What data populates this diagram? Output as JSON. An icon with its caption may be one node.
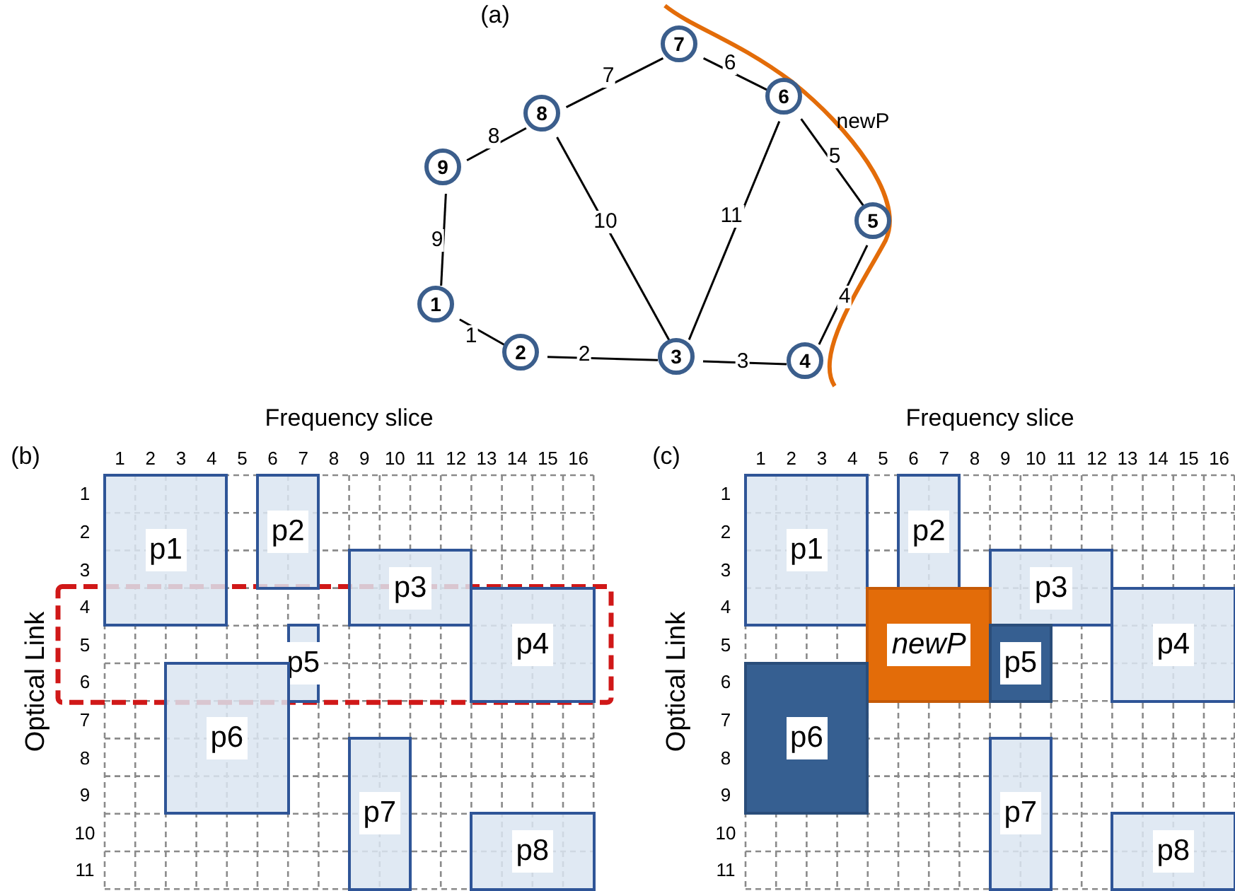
{
  "diagram": {
    "nodes": [
      {
        "text": [
          "1"
        ]
      },
      {
        "text": [
          "2"
        ]
      },
      {
        "text": [
          "3"
        ]
      },
      {
        "text": [
          "4"
        ]
      },
      {
        "text": [
          "5"
        ]
      },
      {
        "text": [
          "6"
        ]
      },
      {
        "text": [
          "7"
        ]
      },
      {
        "text": [
          "8"
        ]
      },
      {
        "text": [
          "9"
        ]
      },
      {
        "text": [
          "p1"
        ]
      },
      {
        "text": [
          "p2"
        ]
      },
      {
        "text": [
          "p3"
        ]
      },
      {
        "text": [
          "p4"
        ]
      },
      {
        "text": [
          "p5"
        ]
      },
      {
        "text": [
          "p6"
        ]
      },
      {
        "text": [
          "p7"
        ]
      },
      {
        "text": [
          "p8"
        ]
      },
      {
        "text": [
          "p1"
        ]
      },
      {
        "text": [
          "p2"
        ]
      },
      {
        "text": [
          "p3"
        ]
      },
      {
        "text": [
          "p4"
        ]
      },
      {
        "text": [
          "newP"
        ]
      },
      {
        "text": [
          "p5"
        ]
      },
      {
        "text": [
          "p6"
        ]
      },
      {
        "text": [
          "p7"
        ]
      },
      {
        "text": [
          "p8"
        ]
      }
    ],
    "edges": [
      {
        "from": 0,
        "to": 1,
        "arrow": "none",
        "label": "1"
      },
      {
        "from": 1,
        "to": 2,
        "arrow": "none",
        "label": "2"
      },
      {
        "from": 2,
        "to": 3,
        "arrow": "none",
        "label": "3"
      },
      {
        "from": 3,
        "to": 4,
        "arrow": "none",
        "label": "4"
      },
      {
        "from": 4,
        "to": 5,
        "arrow": "none",
        "label": "5"
      },
      {
        "from": 5,
        "to": 6,
        "arrow": "none",
        "label": "6"
      },
      {
        "from": 6,
        "to": 7,
        "arrow": "none",
        "label": "7"
      },
      {
        "from": 7,
        "to": 8,
        "arrow": "none",
        "label": "8"
      },
      {
        "from": 8,
        "to": 0,
        "arrow": "none",
        "label": "9"
      },
      {
        "from": 7,
        "to": 2,
        "arrow": "none",
        "label": "10"
      },
      {
        "from": 5,
        "to": 2,
        "arrow": "none",
        "label": "11"
      }
    ],
    "labels": [
      "(a)",
      "newP",
      "Frequency slice",
      "(b)",
      "1",
      "2",
      "3",
      "4",
      "5",
      "6",
      "7",
      "8",
      "9",
      "10",
      "11",
      "12",
      "13",
      "14",
      "15",
      "16",
      "1",
      "2",
      "3",
      "4",
      "5",
      "6",
      "7",
      "8",
      "9",
      "10",
      "11",
      "Optical Link",
      "Frequency slice",
      "(c)",
      "1",
      "2",
      "3",
      "4",
      "5",
      "6",
      "7",
      "8",
      "9",
      "10",
      "11",
      "12",
      "13",
      "14",
      "15",
      "16",
      "1",
      "2",
      "3",
      "4",
      "5",
      "6",
      "7",
      "8",
      "9",
      "10",
      "11",
      "Optical Link"
    ]
  }
}
